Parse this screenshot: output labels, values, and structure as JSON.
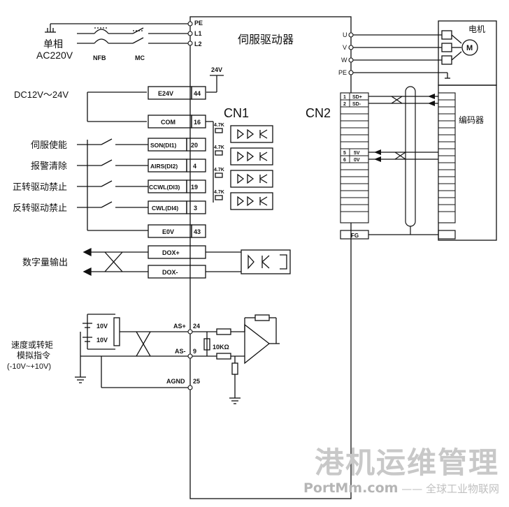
{
  "drive": {
    "title": "伺服驱动器",
    "cn1": "CN1",
    "cn2": "CN2"
  },
  "power": {
    "single_phase": "单相",
    "voltage": "AC220V",
    "nfb": "NFB",
    "mc": "MC",
    "terminals": [
      "PE",
      "L1",
      "L2"
    ]
  },
  "supply_24v": "24V",
  "dc_range": "DC12V～24V",
  "cn1_pins": [
    {
      "label": "E24V",
      "pin": "44"
    },
    {
      "label": "COM",
      "pin": "16"
    },
    {
      "label": "SON(DI1)",
      "pin": "20"
    },
    {
      "label": "AIRS(DI2)",
      "pin": "4"
    },
    {
      "label": "CCWL(DI3)",
      "pin": "19"
    },
    {
      "label": "CWL(DI4)",
      "pin": "3"
    },
    {
      "label": "E0V",
      "pin": "43"
    }
  ],
  "resistor": "4.7K",
  "inputs": [
    "伺服使能",
    "报警清除",
    "正转驱动禁止",
    "反转驱动禁止"
  ],
  "output": {
    "label": "数字量输出",
    "pins": [
      "DOX+",
      "DOX-"
    ]
  },
  "analog": {
    "label_lines": [
      "速度或转矩",
      "模拟指令",
      "(-10V~+10V)"
    ],
    "v1": "10V",
    "v2": "10V",
    "pins": [
      {
        "label": "AS+",
        "pin": "24"
      },
      {
        "label": "AS-",
        "pin": "9"
      },
      {
        "label": "AGND",
        "pin": "25"
      }
    ],
    "r": "10KΩ"
  },
  "motor": {
    "title": "电机",
    "symbol": "M",
    "terminals": [
      "U",
      "V",
      "W",
      "PE"
    ]
  },
  "encoder": {
    "title": "编码器",
    "pins": [
      {
        "num": "1",
        "label": "SD+"
      },
      {
        "num": "2",
        "label": "SD-"
      },
      {
        "num": "5",
        "label": "5V"
      },
      {
        "num": "6",
        "label": "0V"
      }
    ],
    "fg": "FG"
  },
  "watermark": {
    "title": "港机运维管理",
    "site": "PortMm.com",
    "tagline": "——  全球工业物联网"
  }
}
